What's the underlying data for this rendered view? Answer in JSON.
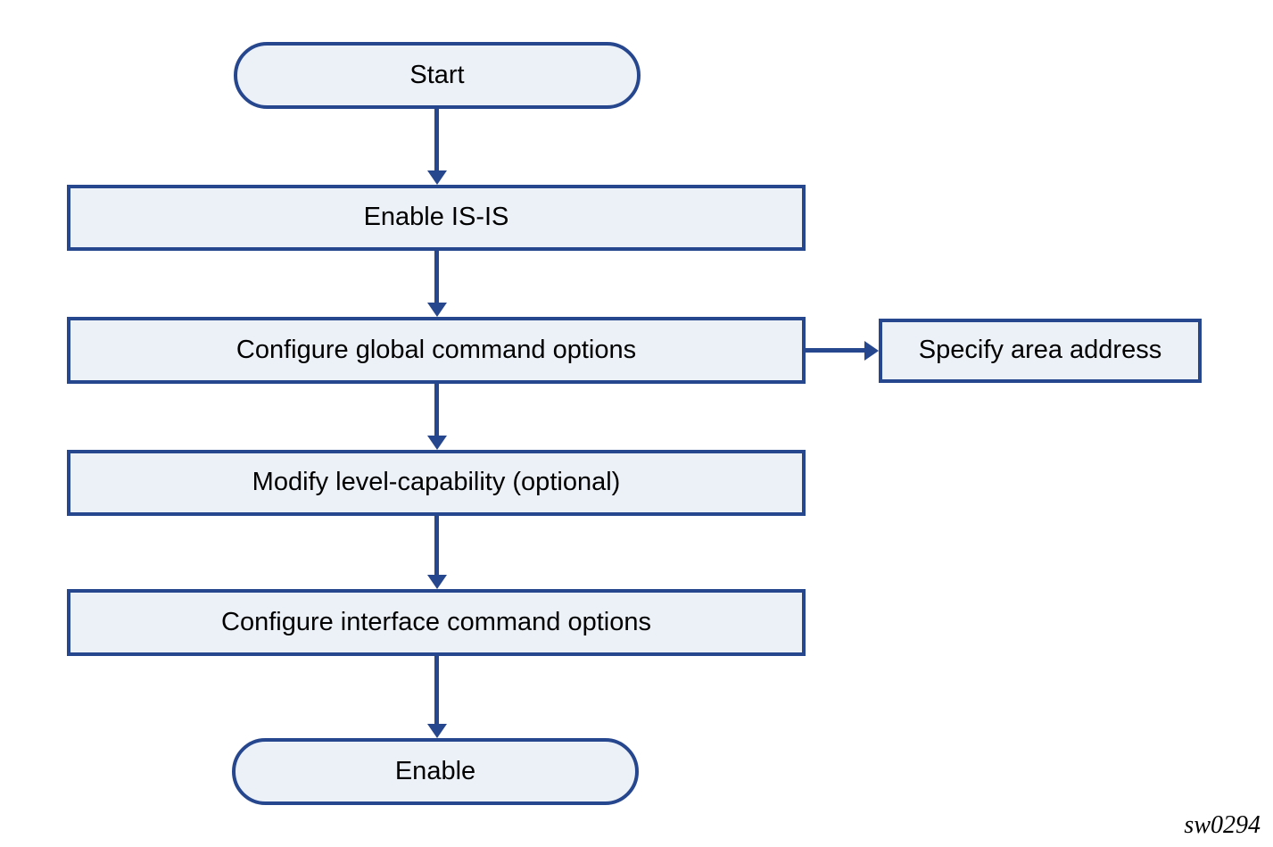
{
  "diagram": {
    "type": "flowchart",
    "nodes": [
      {
        "id": "start",
        "shape": "terminator",
        "label": "Start"
      },
      {
        "id": "enable-isis",
        "shape": "process",
        "label": "Enable IS-IS"
      },
      {
        "id": "configure-global",
        "shape": "process",
        "label": "Configure global command options"
      },
      {
        "id": "specify-area",
        "shape": "process",
        "label": "Specify area address"
      },
      {
        "id": "modify-level",
        "shape": "process",
        "label": "Modify level-capability (optional)"
      },
      {
        "id": "configure-interface",
        "shape": "process",
        "label": "Configure interface command options"
      },
      {
        "id": "enable",
        "shape": "terminator",
        "label": "Enable"
      }
    ],
    "edges": [
      {
        "from": "start",
        "to": "enable-isis",
        "direction": "down"
      },
      {
        "from": "enable-isis",
        "to": "configure-global",
        "direction": "down"
      },
      {
        "from": "configure-global",
        "to": "specify-area",
        "direction": "right"
      },
      {
        "from": "configure-global",
        "to": "modify-level",
        "direction": "down"
      },
      {
        "from": "modify-level",
        "to": "configure-interface",
        "direction": "down"
      },
      {
        "from": "configure-interface",
        "to": "enable",
        "direction": "down"
      }
    ],
    "footer": {
      "label": "sw0294"
    },
    "colors": {
      "border": "#26468E",
      "arrow": "#26468E",
      "fill": "#ECF1F8",
      "text": "#000000",
      "background": "#FFFFFF"
    }
  }
}
